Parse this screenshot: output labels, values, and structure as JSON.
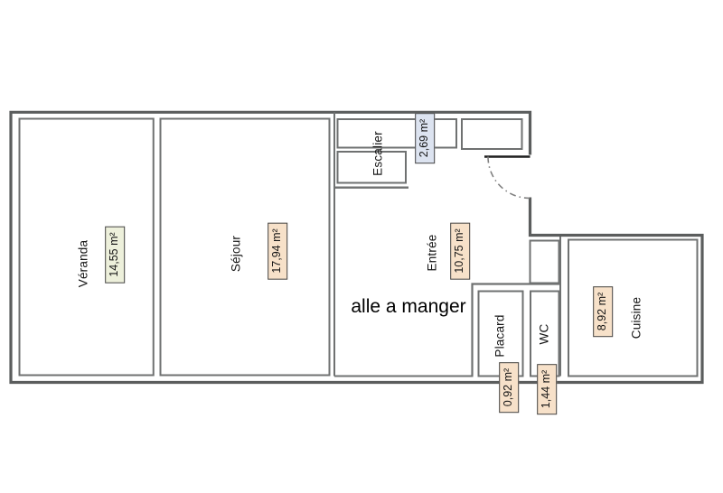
{
  "plan": {
    "type": "floor-plan",
    "rooms": [
      {
        "id": "veranda",
        "name": "Véranda",
        "area": "14,55 m²",
        "area_box_color": "#edf0db"
      },
      {
        "id": "sejour",
        "name": "Séjour",
        "area": "17,94 m²",
        "area_box_color": "#f7e1c9"
      },
      {
        "id": "escalier",
        "name": "Escalier",
        "area": "2,69 m²",
        "area_box_color": "#dce3f0"
      },
      {
        "id": "entree",
        "name": "Entrée",
        "area": "10,75 m²",
        "area_box_color": "#f7e1c9"
      },
      {
        "id": "salle-a-manger",
        "name": "alle a manger",
        "area": null,
        "area_box_color": null
      },
      {
        "id": "placard",
        "name": "Placard",
        "area": "0,92 m²",
        "area_box_color": "#f7e1c9"
      },
      {
        "id": "wc",
        "name": "WC",
        "area": "1,44 m²",
        "area_box_color": "#f7e1c9"
      },
      {
        "id": "cuisine",
        "name": "Cuisine",
        "area": "8,92 m²",
        "area_box_color": "#f7e1c9"
      }
    ],
    "colors": {
      "outer_wall": "#5b5d5d",
      "inner_wall": "#6f7171",
      "door_leaf": "#1f1f1f",
      "door_swing_arc": "#808080",
      "area_box_border": "#454545",
      "label_text": "#161616",
      "background": "#ffffff"
    }
  }
}
